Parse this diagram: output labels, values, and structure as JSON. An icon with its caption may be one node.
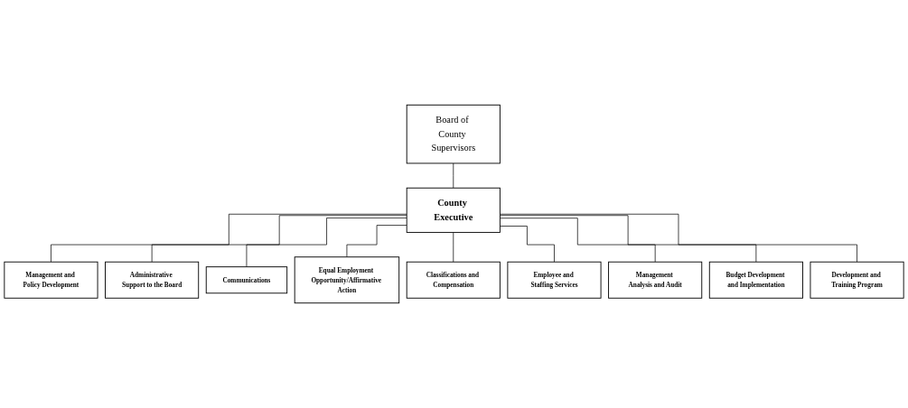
{
  "diagram": {
    "nodes": [
      {
        "text": [
          "Board of County Supervisors"
        ]
      },
      {
        "text": [
          "County Executive"
        ]
      },
      {
        "text": [
          "Management and Policy Development"
        ]
      },
      {
        "text": [
          "Administrative Support to the Board"
        ]
      },
      {
        "text": [
          "Communications"
        ]
      },
      {
        "text": [
          "Equal Employment Opportunity/Affirmative Action"
        ]
      },
      {
        "text": [
          "Classifications and Compensation"
        ]
      },
      {
        "text": [
          "Employee and Staffing Services"
        ]
      },
      {
        "text": [
          "Management Analysis and Audit"
        ]
      },
      {
        "text": [
          "Budget Development and Implementation"
        ]
      },
      {
        "text": [
          "Development and Training Program"
        ]
      }
    ],
    "edges": [
      {
        "from": 0,
        "to": 1,
        "arrow": "none"
      },
      {
        "from": 1,
        "to": 2,
        "arrow": "none"
      },
      {
        "from": 1,
        "to": 3,
        "arrow": "none"
      },
      {
        "from": 1,
        "to": 4,
        "arrow": "none"
      },
      {
        "from": 1,
        "to": 5,
        "arrow": "none"
      },
      {
        "from": 1,
        "to": 6,
        "arrow": "none"
      },
      {
        "from": 1,
        "to": 7,
        "arrow": "none"
      },
      {
        "from": 1,
        "to": 8,
        "arrow": "none"
      },
      {
        "from": 1,
        "to": 9,
        "arrow": "none"
      },
      {
        "from": 1,
        "to": 10,
        "arrow": "none"
      }
    ]
  }
}
